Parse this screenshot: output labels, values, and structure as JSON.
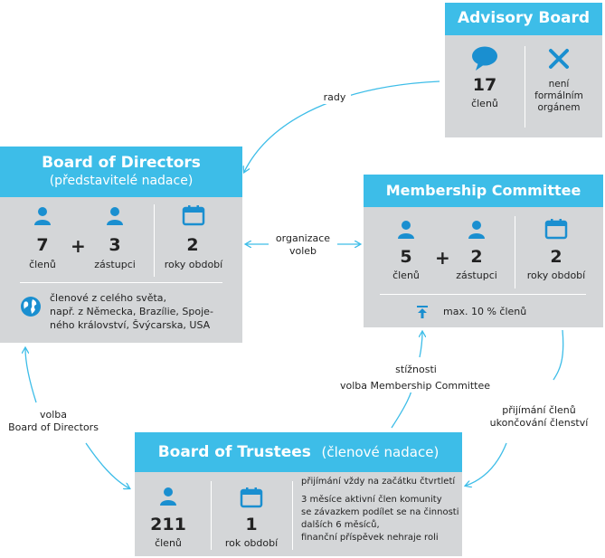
{
  "advisory": {
    "title": "Advisory Board",
    "count": "17",
    "count_label": "členů",
    "note_line1": "není",
    "note_line2": "formálním",
    "note_line3": "orgánem"
  },
  "directors": {
    "title": "Board of Directors",
    "subtitle": "(představitelé nadace)",
    "members": "7",
    "members_label": "členů",
    "plus": "+",
    "deputies": "3",
    "deputies_label": "zástupci",
    "term": "2",
    "term_label": "roky období",
    "origin_line1": "členové z celého světa,",
    "origin_line2": "např. z Německa, Brazílie, Spoje-",
    "origin_line3": "ného království, Švýcarska, USA"
  },
  "membership": {
    "title": "Membership Committee",
    "members": "5",
    "members_label": "členů",
    "plus": "+",
    "deputies": "2",
    "deputies_label": "zástupci",
    "term": "2",
    "term_label": "roky období",
    "limit": "max. 10 % členů"
  },
  "trustees": {
    "title": "Board of Trustees",
    "subtitle": "(členové nadace)",
    "members": "211",
    "members_label": "členů",
    "term": "1",
    "term_label": "rok období",
    "note1": "přijímání vždy na začátku čtvrtletí",
    "note2_line1": "3 měsíce aktivní člen komunity",
    "note2_line2": "se závazkem podílet se na činnosti",
    "note2_line3": "dalších 6 měsíců,",
    "note2_line4": "finanční příspěvek nehraje roli"
  },
  "edges": {
    "advice": "rady",
    "elections_line1": "organizace",
    "elections_line2": "voleb",
    "complaints": "stížnosti",
    "mc_election": "volba Membership Committee",
    "bod_election_line1": "volba",
    "bod_election_line2": "Board of Directors",
    "admission_line1": "přijímání členů",
    "admission_line2": "ukončování členství"
  },
  "colors": {
    "accent": "#3dbde8",
    "panel": "#d4d6d8",
    "icon": "#1a8fd0"
  }
}
